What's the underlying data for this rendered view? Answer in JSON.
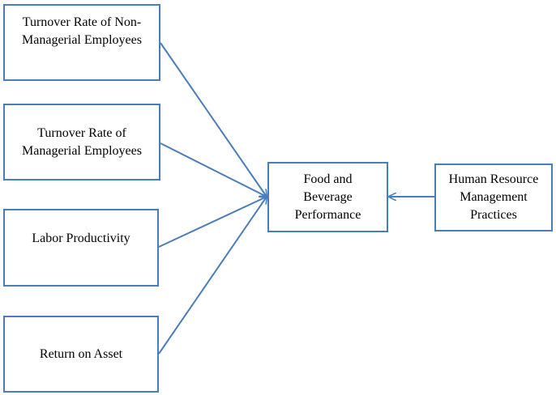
{
  "diagram": {
    "boxes": {
      "turnover_non_managerial": "Turnover Rate of Non-\nManagerial Employees",
      "turnover_managerial": "Turnover Rate of\nManagerial Employees",
      "labor_productivity": "Labor Productivity",
      "return_on_asset": "Return on Asset",
      "fb_performance": "Food and\nBeverage\nPerformance",
      "hrm_practices": "Human Resource\nManagement\nPractices"
    },
    "colors": {
      "line": "#4a7ebb",
      "border": "#4a7ebb",
      "text": "#000000",
      "background": "#ffffff"
    }
  }
}
